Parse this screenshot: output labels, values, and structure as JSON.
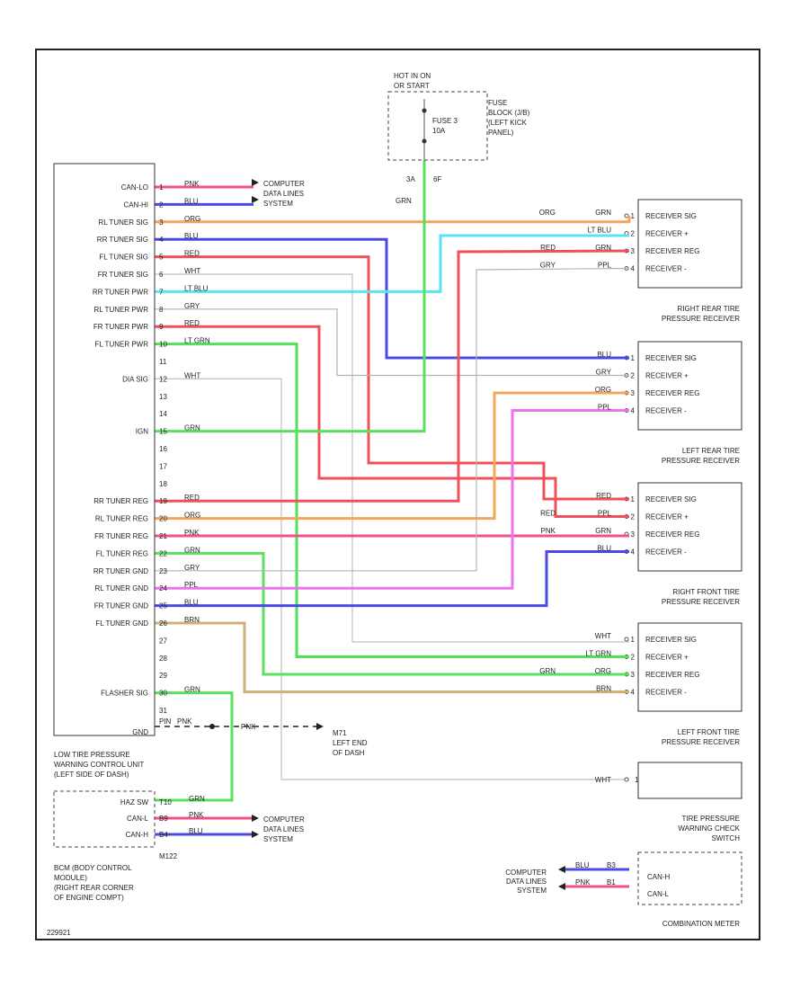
{
  "fuse_block": {
    "title": [
      "HOT IN ON",
      "OR START"
    ],
    "fuse": [
      "FUSE 3",
      "10A"
    ],
    "location": [
      "FUSE",
      "BLOCK (J/B)",
      "(LEFT KICK",
      "PANEL)"
    ],
    "pins": [
      "3A",
      "6F"
    ],
    "wire": "GRN"
  },
  "ecu": {
    "pins": [
      {
        "label": "CAN-LO",
        "pin": "1",
        "color": "PNK"
      },
      {
        "label": "CAN-HI",
        "pin": "2",
        "color": "BLU"
      },
      {
        "label": "RL TUNER SIG",
        "pin": "3",
        "color": "ORG"
      },
      {
        "label": "RR TUNER SIG",
        "pin": "4",
        "color": "BLU"
      },
      {
        "label": "FL TUNER SIG",
        "pin": "5",
        "color": "RED"
      },
      {
        "label": "FR TUNER SIG",
        "pin": "6",
        "color": "WHT"
      },
      {
        "label": "RR TUNER PWR",
        "pin": "7",
        "color": "LT BLU"
      },
      {
        "label": "RL TUNER PWR",
        "pin": "8",
        "color": "GRY"
      },
      {
        "label": "FR TUNER PWR",
        "pin": "9",
        "color": "RED"
      },
      {
        "label": "FL TUNER PWR",
        "pin": "10",
        "color": "LT GRN"
      },
      {
        "label": "",
        "pin": "11",
        "color": ""
      },
      {
        "label": "DIA SIG",
        "pin": "12",
        "color": "WHT"
      },
      {
        "label": "",
        "pin": "13",
        "color": ""
      },
      {
        "label": "",
        "pin": "14",
        "color": ""
      },
      {
        "label": "IGN",
        "pin": "15",
        "color": "GRN"
      },
      {
        "label": "",
        "pin": "16",
        "color": ""
      },
      {
        "label": "",
        "pin": "17",
        "color": ""
      },
      {
        "label": "",
        "pin": "18",
        "color": ""
      },
      {
        "label": "RR TUNER REG",
        "pin": "19",
        "color": "RED"
      },
      {
        "label": "RL TUNER REG",
        "pin": "20",
        "color": "ORG"
      },
      {
        "label": "FR TUNER REG",
        "pin": "21",
        "color": "PNK"
      },
      {
        "label": "FL TUNER REG",
        "pin": "22",
        "color": "GRN"
      },
      {
        "label": "RR TUNER GND",
        "pin": "23",
        "color": "GRY"
      },
      {
        "label": "RL TUNER GND",
        "pin": "24",
        "color": "PPL"
      },
      {
        "label": "FR TUNER GND",
        "pin": "25",
        "color": "BLU"
      },
      {
        "label": "FL TUNER GND",
        "pin": "26",
        "color": "BRN"
      },
      {
        "label": "",
        "pin": "27",
        "color": ""
      },
      {
        "label": "",
        "pin": "28",
        "color": ""
      },
      {
        "label": "",
        "pin": "29",
        "color": ""
      },
      {
        "label": "FLASHER SIG",
        "pin": "30",
        "color": "GRN"
      },
      {
        "label": "",
        "pin": "31",
        "color": ""
      }
    ],
    "gnd_label": "GND",
    "gnd_pin": "PIN",
    "gnd_wire": "PNK",
    "ground": {
      "wire": "PNK",
      "id": [
        "M71",
        "LEFT END",
        "OF DASH"
      ]
    },
    "name": [
      "LOW TIRE PRESSURE",
      "WARNING CONTROL UNIT",
      "(LEFT SIDE OF DASH)"
    ]
  },
  "computer_lines": [
    "COMPUTER",
    "DATA LINES",
    "SYSTEM"
  ],
  "receivers": [
    {
      "pins": [
        "RECEIVER SIG",
        "RECEIVER +",
        "RECEIVER REG",
        "RECEIVER -"
      ],
      "wires": [
        "GRN",
        "LT BLU",
        "GRN",
        "PPL"
      ],
      "src_wires": [
        "ORG",
        "",
        "RED",
        "GRY"
      ],
      "nums": [
        "1",
        "2",
        "3",
        "4"
      ],
      "name": [
        "RIGHT REAR TIRE",
        "PRESSURE RECEIVER"
      ]
    },
    {
      "pins": [
        "RECEIVER SIG",
        "RECEIVER +",
        "RECEIVER REG",
        "RECEIVER -"
      ],
      "wires": [
        "BLU",
        "GRY",
        "ORG",
        "PPL"
      ],
      "nums": [
        "1",
        "2",
        "3",
        "4"
      ],
      "name": [
        "LEFT REAR TIRE",
        "PRESSURE RECEIVER"
      ]
    },
    {
      "pins": [
        "RECEIVER SIG",
        "RECEIVER +",
        "RECEIVER REG",
        "RECEIVER -"
      ],
      "wires": [
        "RED",
        "PPL",
        "GRN",
        "BLU"
      ],
      "src_wires": [
        "",
        "RED",
        "PNK",
        ""
      ],
      "nums": [
        "1",
        "2",
        "3",
        "4"
      ],
      "name": [
        "RIGHT FRONT TIRE",
        "PRESSURE RECEIVER"
      ]
    },
    {
      "pins": [
        "RECEIVER SIG",
        "RECEIVER +",
        "RECEIVER REG",
        "RECEIVER -"
      ],
      "wires": [
        "WHT",
        "LT GRN",
        "ORG",
        "BRN"
      ],
      "src_wires": [
        "",
        "",
        "GRN",
        ""
      ],
      "nums": [
        "1",
        "2",
        "3",
        "4"
      ],
      "name": [
        "LEFT FRONT TIRE",
        "PRESSURE RECEIVER"
      ]
    }
  ],
  "warning_check": {
    "wire": "WHT",
    "pin": "1",
    "name": [
      "TIRE PRESSURE",
      "WARNING CHECK",
      "SWITCH"
    ]
  },
  "bcm": {
    "pins": [
      {
        "label": "HAZ SW",
        "pin": "T10",
        "color": "GRN"
      },
      {
        "label": "CAN-L",
        "pin": "B9",
        "color": "PNK"
      },
      {
        "label": "CAN-H",
        "pin": "B4",
        "color": "BLU"
      }
    ],
    "connector": "M122",
    "name": [
      "BCM (BODY CONTROL",
      "MODULE)",
      "(RIGHT REAR CORNER",
      "OF ENGINE COMPT)"
    ]
  },
  "combination_meter": {
    "pins": [
      "CAN-H",
      "CAN-L"
    ],
    "wires": [
      "BLU",
      "PNK"
    ],
    "pin_nums": [
      "B3",
      "B1"
    ],
    "name": "COMBINATION METER"
  },
  "footer_code": "229921",
  "colors": {
    "PNK": "#f0508c",
    "BLU": "#4a4ae6",
    "ORG": "#f5a45a",
    "RED": "#f0505a",
    "LT BLU": "#58e4f0",
    "GRY": "#b4b4b4",
    "LT GRN": "#52e058",
    "GRN": "#5ae05e",
    "WHT": "#c0c0c0",
    "PPL": "#ee74ee",
    "BRN": "#d2b07a",
    "BLACK": "#222222"
  }
}
